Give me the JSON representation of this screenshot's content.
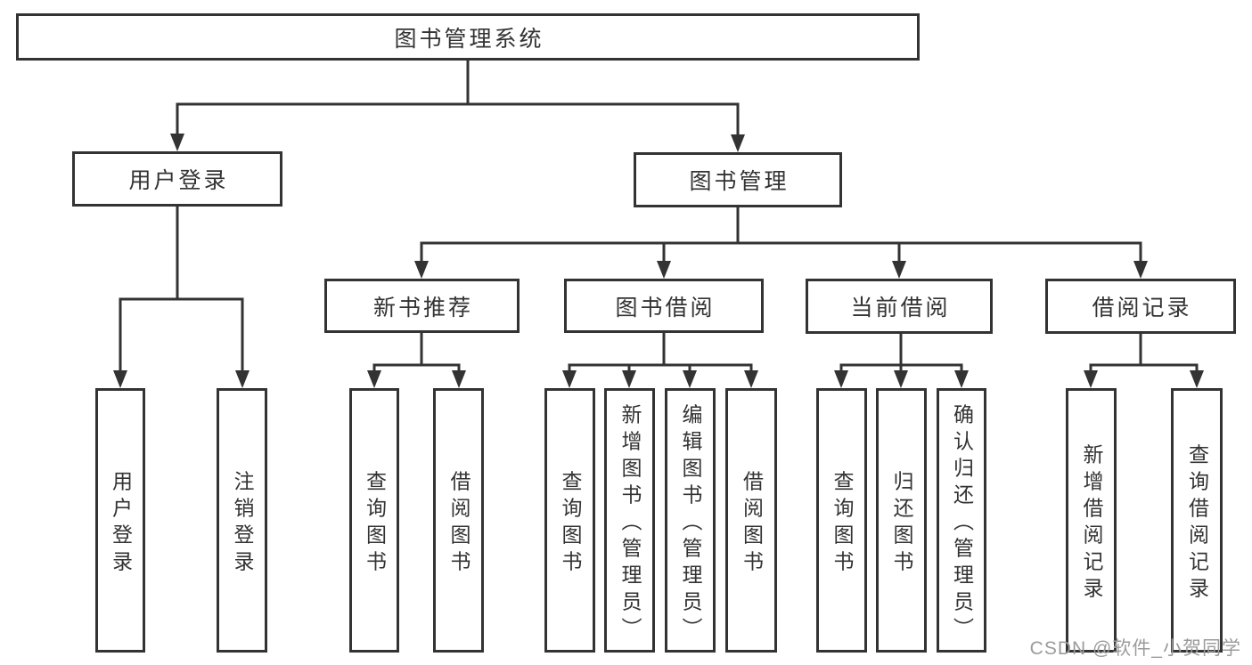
{
  "diagram": {
    "title": "图书管理系统",
    "nodes": [
      {
        "id": "root",
        "label": "图书管理系统",
        "parent": null
      },
      {
        "id": "user-login",
        "label": "用户登录",
        "parent": "root"
      },
      {
        "id": "book-management",
        "label": "图书管理",
        "parent": "root"
      },
      {
        "id": "user-login-leaf",
        "label": "用户登录",
        "parent": "user-login"
      },
      {
        "id": "logout",
        "label": "注销登录",
        "parent": "user-login"
      },
      {
        "id": "new-book-recommend",
        "label": "新书推荐",
        "parent": "book-management"
      },
      {
        "id": "book-borrow",
        "label": "图书借阅",
        "parent": "book-management"
      },
      {
        "id": "current-borrow",
        "label": "当前借阅",
        "parent": "book-management"
      },
      {
        "id": "borrow-records",
        "label": "借阅记录",
        "parent": "book-management"
      },
      {
        "id": "query-books-1",
        "label": "查询图书",
        "parent": "new-book-recommend"
      },
      {
        "id": "borrow-books-1",
        "label": "借阅图书",
        "parent": "new-book-recommend"
      },
      {
        "id": "query-books-2",
        "label": "查询图书",
        "parent": "book-borrow"
      },
      {
        "id": "add-books-admin",
        "label": "新增图书（管理员）",
        "parent": "book-borrow"
      },
      {
        "id": "edit-books-admin",
        "label": "编辑图书（管理员）",
        "parent": "book-borrow"
      },
      {
        "id": "borrow-books-2",
        "label": "借阅图书",
        "parent": "book-borrow"
      },
      {
        "id": "query-books-3",
        "label": "查询图书",
        "parent": "current-borrow"
      },
      {
        "id": "return-books",
        "label": "归还图书",
        "parent": "current-borrow"
      },
      {
        "id": "confirm-return-admin",
        "label": "确认归还（管理员）",
        "parent": "current-borrow"
      },
      {
        "id": "add-borrow-record",
        "label": "新增借阅记录",
        "parent": "borrow-records"
      },
      {
        "id": "query-borrow-record",
        "label": "查询借阅记录",
        "parent": "borrow-records"
      }
    ]
  },
  "watermark": {
    "text": "CSDN @软件_小贺同学"
  },
  "colors": {
    "line": "#333333",
    "box_border": "#333333",
    "text": "#333333",
    "background": "#ffffff",
    "watermark": "#9b9b9b"
  }
}
